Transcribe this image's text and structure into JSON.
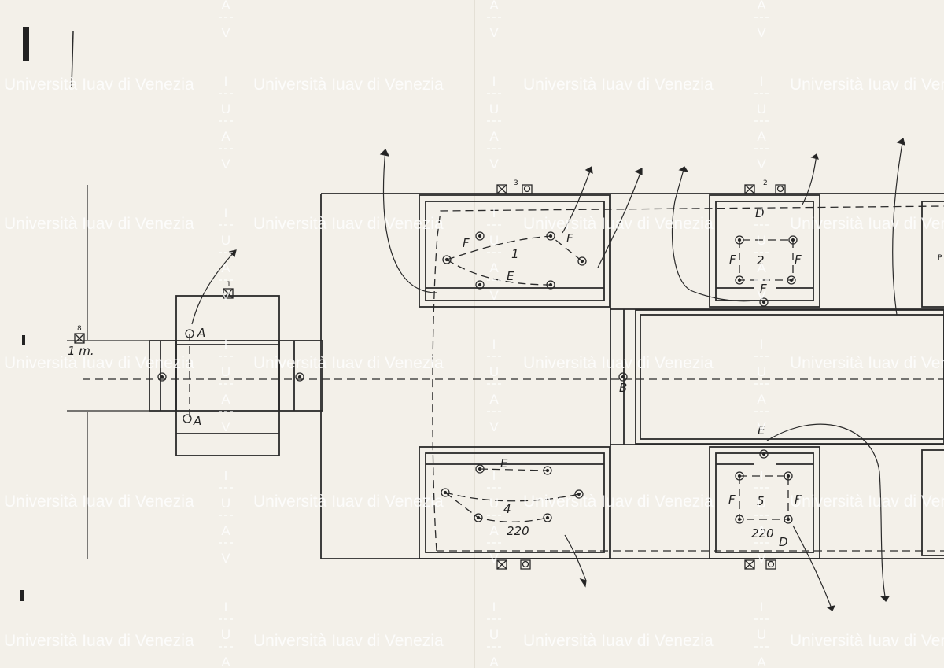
{
  "watermark": {
    "text": "Università Iuav di Venezia",
    "vertical": [
      "I",
      "U",
      "A",
      "V"
    ]
  },
  "labels": {
    "room_1": "1",
    "room_2": "2",
    "room_4": "4",
    "room_5": "5",
    "a": "A",
    "b": "B",
    "e": "E",
    "f": "F",
    "d": "D",
    "dim_220": "220",
    "scale": "1 m.",
    "n1": "1",
    "n2": "2",
    "n3": "3",
    "n8": "8",
    "p": "P"
  }
}
